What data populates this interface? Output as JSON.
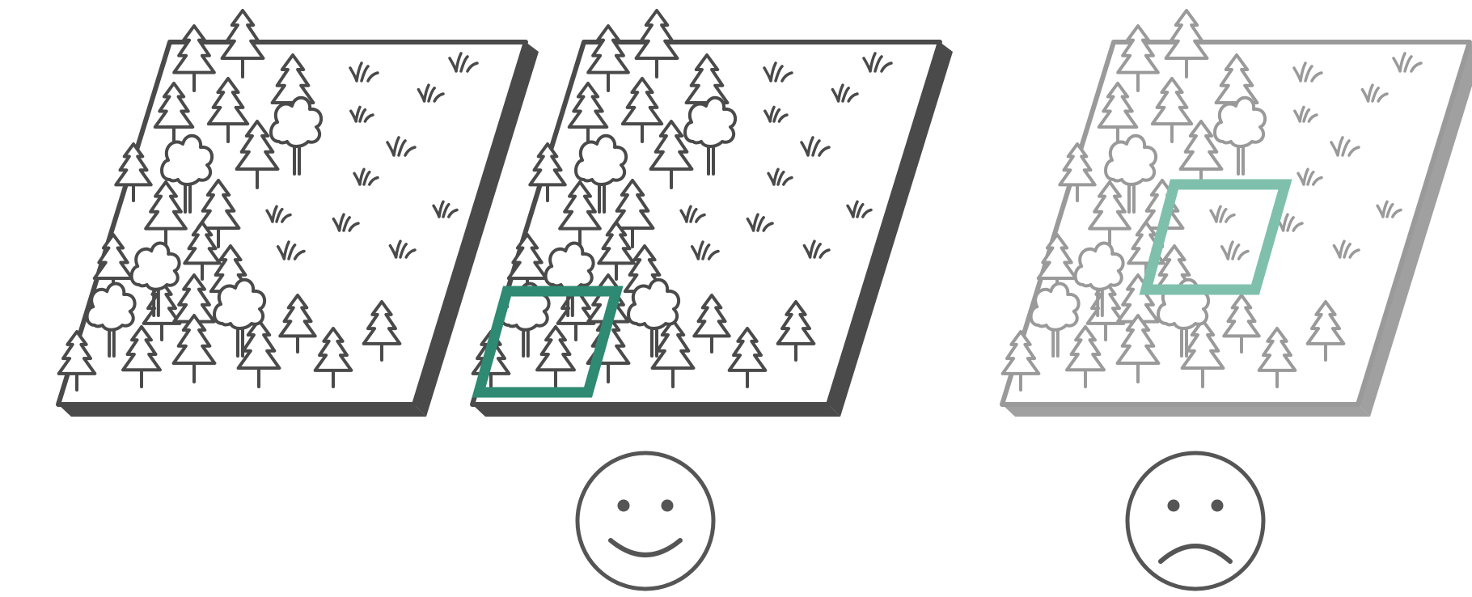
{
  "figure": {
    "panels": [
      {
        "id": "landscape",
        "variant": "plain",
        "label": ""
      },
      {
        "id": "landscape-good-window",
        "variant": "window-on-forest-edge",
        "label": ""
      },
      {
        "id": "landscape-bad-window",
        "variant": "window-in-meadow",
        "label": ""
      }
    ],
    "faces": [
      {
        "panel": "landscape-good-window",
        "expression": "happy",
        "icon": "smiley-face-icon"
      },
      {
        "panel": "landscape-bad-window",
        "expression": "sad",
        "icon": "sad-face-icon"
      }
    ],
    "colors": {
      "line": "#4a4a4a",
      "slab_side": "#4a4a4a",
      "faded_line": "#9a9a9a",
      "faded_side": "#a0a0a0",
      "window_green": "#2e8a72",
      "window_green_faded": "#7fc0ad",
      "face": "#555555"
    },
    "icons": [
      "conifer-tree-icon",
      "deciduous-tree-icon",
      "grass-tuft-icon",
      "selection-window-icon"
    ]
  }
}
